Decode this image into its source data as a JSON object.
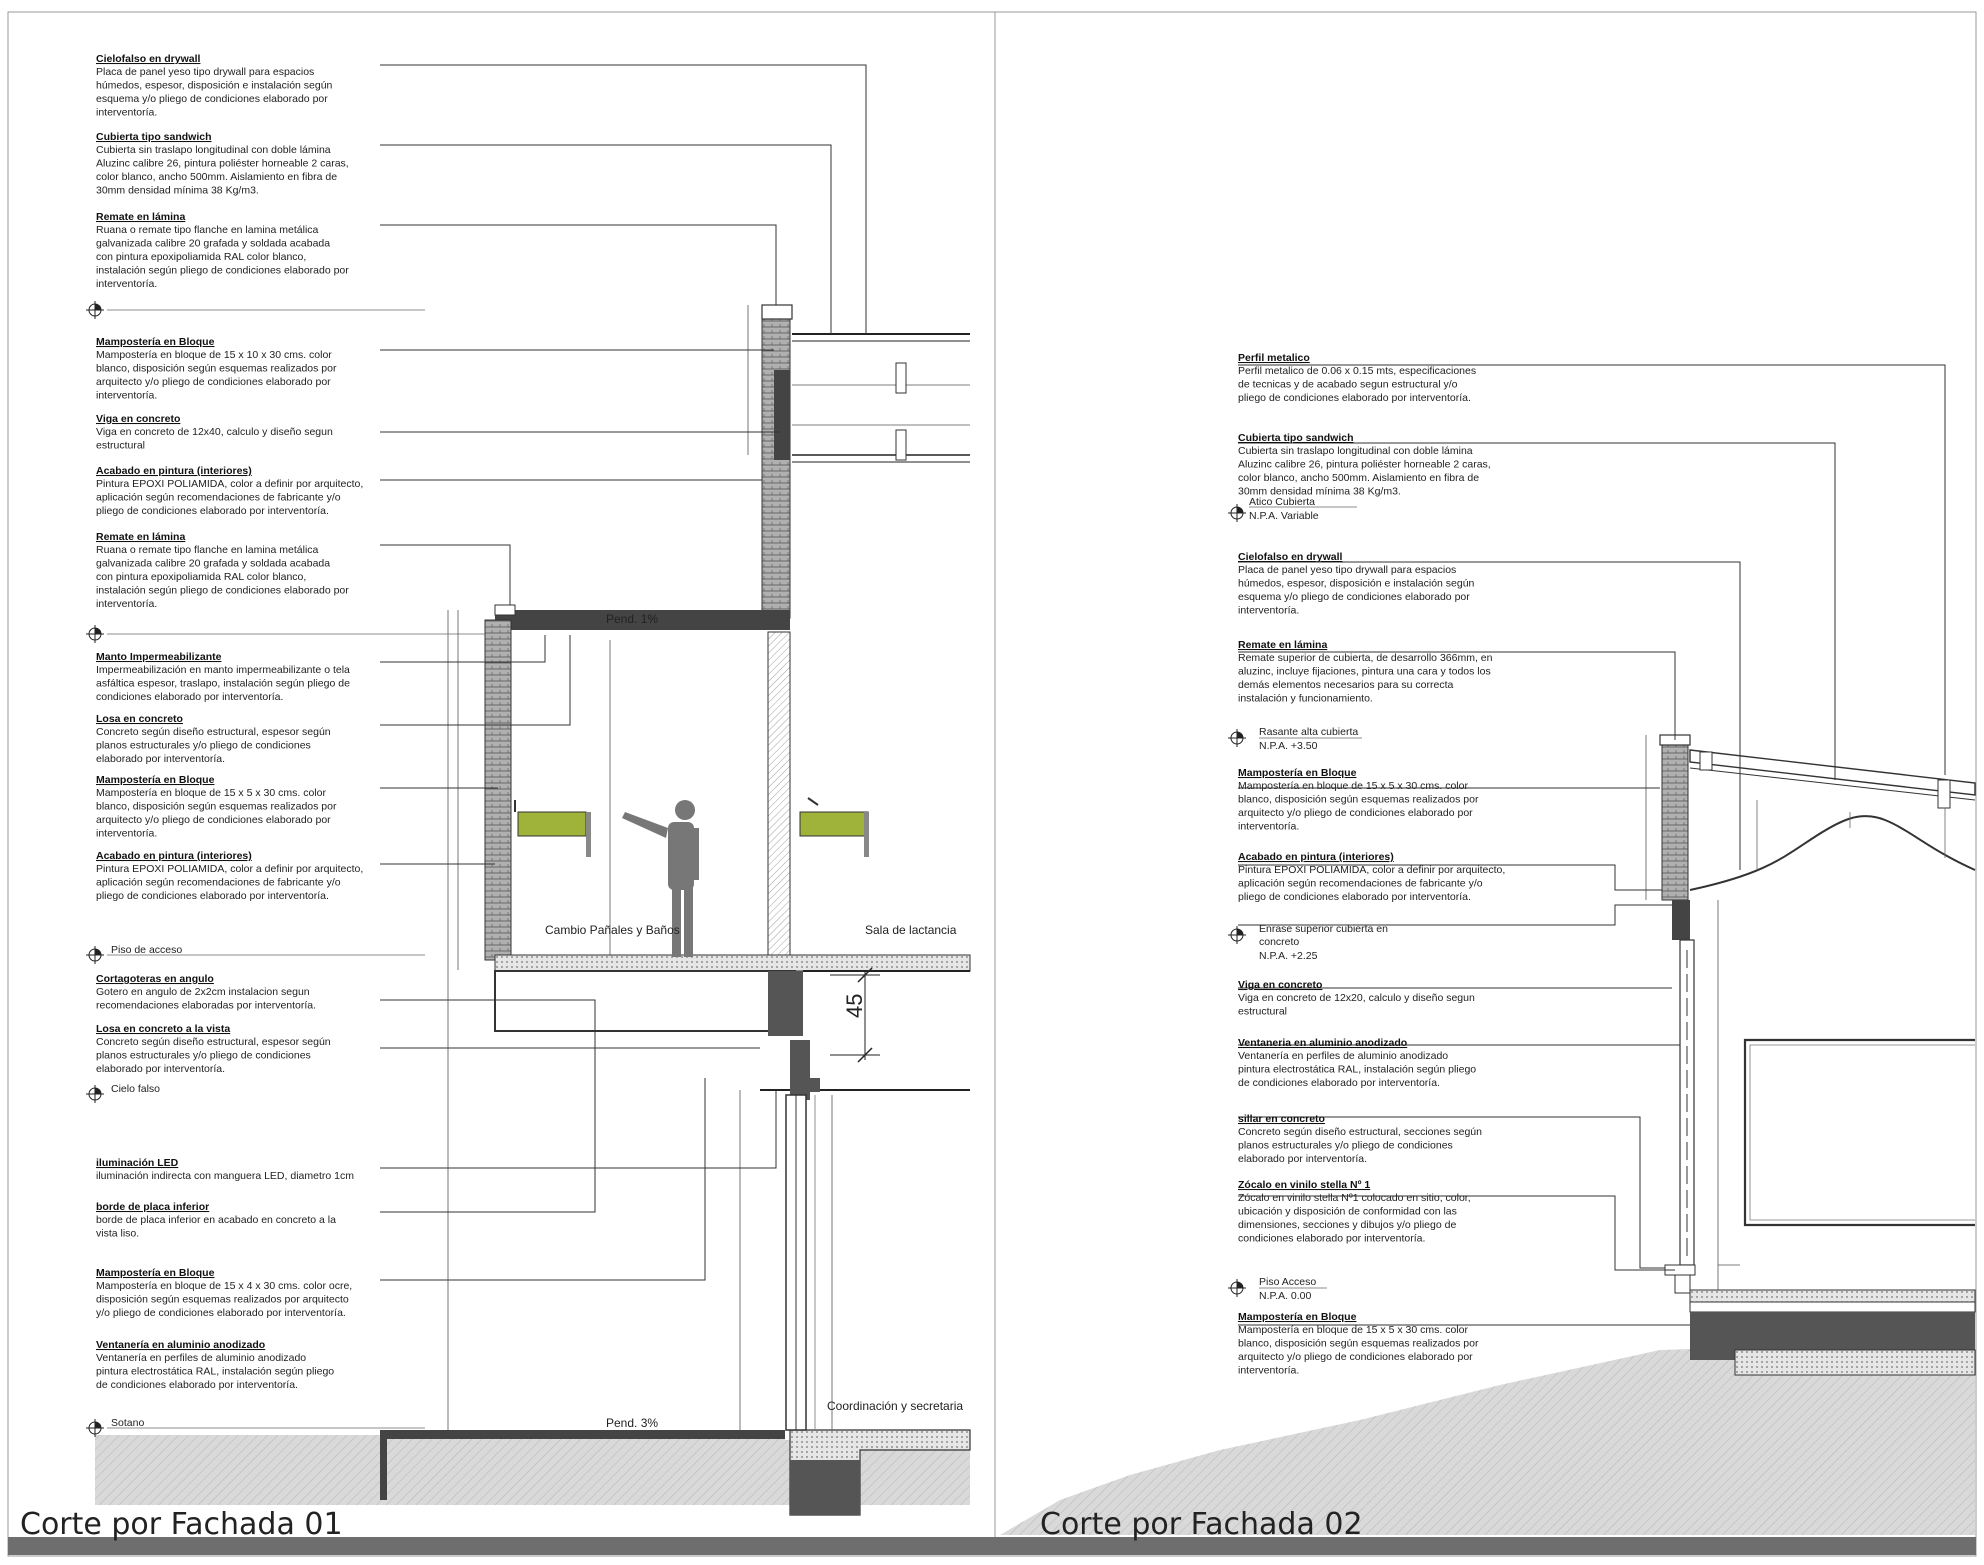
{
  "titles": {
    "left": "Corte por Fachada 01",
    "right": "Corte por Fachada 02"
  },
  "left_notes": [
    {
      "title": "Cielofalso en drywall",
      "body": [
        "Placa de panel yeso tipo drywall para espacios",
        "húmedos, espesor, disposición e instalación según",
        "esquema y/o pliego de condiciones elaborado por",
        "interventoría."
      ]
    },
    {
      "title": "Cubierta tipo sandwich",
      "body": [
        "Cubierta sin traslapo longitudinal con doble lámina",
        "Aluzinc calibre 26, pintura poliéster horneable 2 caras,",
        "color blanco, ancho 500mm. Aislamiento en fibra de",
        "30mm densidad mínima 38 Kg/m3."
      ]
    },
    {
      "title": "Remate en lámina",
      "body": [
        "Ruana o remate tipo flanche en lamina metálica",
        "galvanizada  calibre 20 grafada y soldada acabada",
        "con pintura epoxipoliamida RAL color blanco,",
        "instalación según pliego de condiciones elaborado por",
        "interventoría."
      ]
    },
    {
      "title": "Mampostería en Bloque",
      "body": [
        "Mampostería en bloque  de 15 x 10 x 30 cms. color",
        "blanco, disposición según esquemas realizados por",
        "arquitecto y/o pliego de condiciones elaborado por",
        "interventoría."
      ]
    },
    {
      "title": "Viga en concreto",
      "body": [
        "Viga en concreto de 12x40, calculo y diseño segun",
        "estructural"
      ]
    },
    {
      "title": "Acabado en pintura (interiores)",
      "body": [
        "Pintura EPOXI POLIAMIDA, color a definir por arquitecto,",
        "aplicación según recomendaciones de fabricante y/o",
        "pliego de condiciones elaborado por interventoría."
      ]
    },
    {
      "title": "Remate en lámina",
      "body": [
        "Ruana o remate tipo flanche en lamina metálica",
        "galvanizada  calibre 20 grafada y soldada acabada",
        "con pintura epoxipoliamida RAL color blanco,",
        "instalación según pliego de condiciones elaborado por",
        "interventoría."
      ]
    },
    {
      "title": "Manto Impermeabilizante",
      "body": [
        "Impermeabilización en manto impermeabilizante o tela",
        "asfáltica espesor, traslapo, instalación según pliego de",
        "condiciones elaborado por interventoría."
      ]
    },
    {
      "title": "Losa en concreto",
      "body": [
        "Concreto según diseño  estructural, espesor según",
        "planos estructurales y/o pliego de condiciones",
        "elaborado por interventoría."
      ]
    },
    {
      "title": "Mampostería en Bloque",
      "body": [
        "Mampostería en bloque  de 15 x 5 x 30 cms. color",
        "blanco, disposición según esquemas realizados por",
        "arquitecto y/o pliego de condiciones elaborado por",
        "interventoría."
      ]
    },
    {
      "title": "Acabado en pintura (interiores)",
      "body": [
        "Pintura EPOXI POLIAMIDA, color a definir por arquitecto,",
        "aplicación según recomendaciones de fabricante y/o",
        "pliego de condiciones elaborado por interventoría."
      ]
    },
    {
      "title": "Cortagoteras en angulo",
      "body": [
        "Gotero en angulo de 2x2cm instalacion segun",
        "recomendaciones elaboradas por interventoría."
      ]
    },
    {
      "title": "Losa en concreto a la vista",
      "body": [
        "Concreto según diseño  estructural, espesor según",
        "planos estructurales y/o pliego de condiciones",
        "elaborado por interventoría."
      ]
    },
    {
      "title": "iluminación LED",
      "body": [
        "iluminación indirecta con manguera LED, diametro 1cm"
      ]
    },
    {
      "title": "borde de placa inferior",
      "body": [
        "borde de placa inferior en acabado en concreto a la",
        "vista liso."
      ]
    },
    {
      "title": "Mampostería en Bloque",
      "body": [
        "Mampostería en bloque  de 15 x 4 x 30 cms. color ocre,",
        "disposición según esquemas realizados por arquitecto",
        "y/o pliego de condiciones elaborado por interventoría."
      ]
    },
    {
      "title": "Ventanería en aluminio anodizado",
      "body": [
        "Ventanería en perfiles de aluminio anodizado",
        "pintura electrostática RAL, instalación según pliego",
        "de condiciones elaborado por interventoría."
      ]
    }
  ],
  "left_levels": [
    {
      "label": "Piso de acceso"
    },
    {
      "label": "Cielo falso"
    },
    {
      "label": "Sotano"
    }
  ],
  "left_rooms": {
    "room_a": "Cambio Pañales y Baños",
    "room_b": "Sala de lactancia",
    "room_c": "Coordinación y secretaria",
    "slope_roof": "Pend. 1%",
    "slope_floor": "Pend. 3%",
    "dim_45": "45"
  },
  "right_notes": [
    {
      "title": "Perfil metalico",
      "body": [
        "Perfil metalico de 0.06 x 0.15 mts, especificaciones",
        "de tecnicas y de acabado segun estructural y/o",
        "pliego de condiciones elaborado por interventoría."
      ]
    },
    {
      "title": "Cubierta tipo sandwich",
      "body": [
        "Cubierta sin traslapo longitudinal con doble lámina",
        "Aluzinc calibre 26, pintura poliéster horneable 2 caras,",
        "color blanco, ancho 500mm. Aislamiento en fibra de",
        "30mm densidad mínima 38 Kg/m3."
      ]
    },
    {
      "title": "Cielofalso en drywall",
      "body": [
        "Placa de panel yeso tipo drywall para espacios",
        "húmedos, espesor, disposición e instalación según",
        "esquema y/o pliego de condiciones elaborado por",
        "interventoría."
      ]
    },
    {
      "title": "Remate en lámina",
      "body": [
        "Remate superior de cubierta, de desarrollo 366mm, en",
        "aluzinc, incluye fijaciones, pintura una cara y todos los",
        "demás  elementos necesarios para su correcta",
        "instalación y funcionamiento."
      ]
    },
    {
      "title": "Mampostería en Bloque",
      "body": [
        "Mampostería en bloque  de 15 x 5 x 30 cms. color",
        "blanco, disposición según esquemas realizados por",
        "arquitecto y/o pliego de condiciones elaborado por",
        "interventoría."
      ]
    },
    {
      "title": "Acabado en pintura (interiores)",
      "body": [
        "Pintura EPOXI POLIAMIDA, color a definir por arquitecto,",
        "aplicación según recomendaciones de fabricante y/o",
        "pliego de condiciones elaborado por interventoría."
      ]
    },
    {
      "title": "Viga en concreto",
      "body": [
        "Viga en concreto de 12x20, calculo y diseño segun",
        "estructural"
      ]
    },
    {
      "title": "Ventaneria en aluminio anodizado",
      "body": [
        "Ventanería en perfiles de aluminio anodizado",
        "pintura electrostática RAL, instalación según pliego",
        "de condiciones elaborado por interventoría."
      ]
    },
    {
      "title": "sillar en  concreto",
      "body": [
        "Concreto según diseño estructural,  secciones según",
        "planos estructurales y/o pliego de condiciones",
        "elaborado por interventoría."
      ]
    },
    {
      "title": "Zócalo en vinilo stella Nº 1",
      "body": [
        "Zócalo en vinilo stella Nº1 colocado en sitio, color,",
        "ubicación y disposición de conformidad con las",
        "dimensiones, secciones y dibujos y/o pliego de",
        "condiciones elaborado por interventoría."
      ]
    },
    {
      "title": "Mampostería en Bloque",
      "body": [
        "Mampostería en bloque  de 15 x 5 x 30 cms. color",
        "blanco, disposición según esquemas realizados por",
        "arquitecto y/o pliego de condiciones elaborado por",
        "interventoría."
      ]
    }
  ],
  "right_levels": [
    {
      "label": "Atico Cubierta",
      "sub": "N.P.A. Variable"
    },
    {
      "label": "Rasante alta cubierta",
      "sub": "N.P.A. +3.50"
    },
    {
      "label": "Enrase superior cubierta en",
      "sub": "concreto",
      "sub2": "N.P.A. +2.25"
    },
    {
      "label": "Piso Acceso",
      "sub": "N.P.A. 0.00"
    }
  ],
  "colors": {
    "line": "#222222",
    "sink": "#9fb23a",
    "ground": "#d7d7d7",
    "concrete": "#5a5a5a",
    "brick": "#9a9a9a",
    "bottom_bar": "#6e6e6e"
  }
}
